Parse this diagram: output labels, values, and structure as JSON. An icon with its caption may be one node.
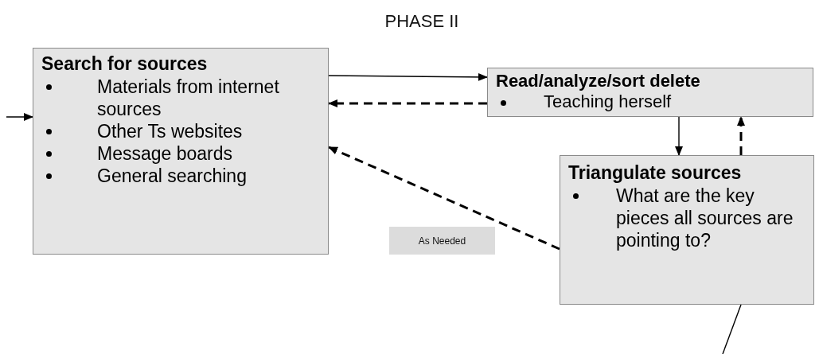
{
  "diagram": {
    "title": "PHASE II",
    "nodes": [
      {
        "text": [
          "Search for sources",
          "Materials from internet sources",
          "Other Ts websites",
          "Message boards",
          "General searching"
        ]
      },
      {
        "text": [
          "Read/analyze/sort delete",
          "Teaching herself"
        ]
      },
      {
        "text": [
          "Triangulate sources",
          "What are the key pieces all sources are pointing to?"
        ]
      },
      {
        "text": [
          "As Needed"
        ]
      }
    ],
    "edges": [
      {
        "from": null,
        "to": 0,
        "arrow": "to"
      },
      {
        "from": 0,
        "to": 1,
        "arrow": "to"
      },
      {
        "from": 1,
        "to": 0,
        "arrow": "to",
        "style": "dashed"
      },
      {
        "from": 1,
        "to": 2,
        "arrow": "to"
      },
      {
        "from": 2,
        "to": 1,
        "arrow": "to",
        "style": "dashed"
      },
      {
        "from": 2,
        "to": 0,
        "arrow": "to",
        "style": "dashed"
      },
      {
        "from": 2,
        "to": null,
        "arrow": "none"
      }
    ]
  }
}
